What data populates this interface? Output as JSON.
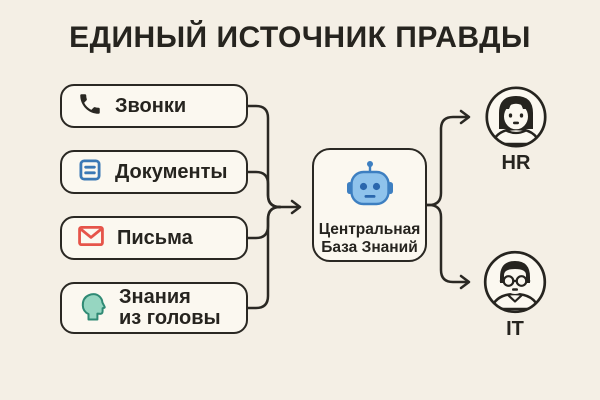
{
  "title": "ЕДИНЫЙ ИСТОЧНИК ПРАВДЫ",
  "sources": [
    {
      "label": "Звонки",
      "icon": "phone-icon",
      "icon_color": "#2a2823"
    },
    {
      "label": "Документы",
      "icon": "document-icon",
      "icon_color": "#3a78b5"
    },
    {
      "label": "Письма",
      "icon": "mail-icon",
      "icon_color": "#e6544a"
    },
    {
      "label": "Знания из головы",
      "label_line1": "Знания",
      "label_line2": "из головы",
      "icon": "head-icon",
      "icon_color": "#2f8a74"
    }
  ],
  "hub": {
    "label": "Центральная База Знаний",
    "label_line1": "Центральная",
    "label_line2": "База Знаний",
    "icon": "robot-icon",
    "icon_color": "#3d7fc1"
  },
  "consumers": [
    {
      "label": "HR",
      "icon": "woman-avatar-icon"
    },
    {
      "label": "IT",
      "icon": "man-avatar-icon"
    }
  ],
  "colors": {
    "background": "#f4efe5",
    "card_fill": "#fbf8f0",
    "line_dark": "#2a2823",
    "robot_fill": "#8fc3ec",
    "robot_stroke": "#3d7fc1",
    "robot_features": "#2b67ad",
    "head_fill": "#96d6c1",
    "head_stroke": "#2f8a74"
  }
}
